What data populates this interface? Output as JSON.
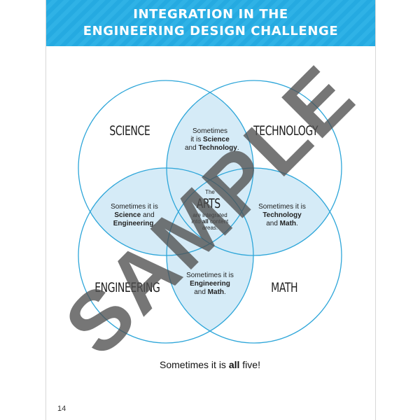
{
  "header": {
    "title_line1": "INTEGRATION IN THE",
    "title_line2": "ENGINEERING DESIGN CHALLENGE"
  },
  "colors": {
    "header_blue": "#25aae1",
    "circle_stroke": "#2ea6d9",
    "overlap_fill": "#d5ebf7"
  },
  "venn": {
    "sets": {
      "science": "SCIENCE",
      "technology": "TECHNOLOGY",
      "engineering": "ENGINEERING",
      "math": "MATH"
    },
    "overlaps": {
      "science_technology": {
        "line1": "Sometimes",
        "line2_pre": "it is ",
        "line2_bold": "Science",
        "line3_pre": "and ",
        "line3_bold": "Technology",
        "line3_post": "."
      },
      "science_engineering": {
        "line1": "Sometimes it is",
        "line2_bold": "Science",
        "line2_post": " and",
        "line3_bold": "Engineering",
        "line3_post": "."
      },
      "technology_math": {
        "line1": "Sometimes it is",
        "line2_bold": "Technology",
        "line3_pre": "and ",
        "line3_bold": "Math",
        "line3_post": "."
      },
      "engineering_math": {
        "line1": "Sometimes it is",
        "line2_bold": "Engineering",
        "line3_pre": "and ",
        "line3_bold": "Math",
        "line3_post": "."
      }
    },
    "center": {
      "the": "The",
      "arts": "ARTS",
      "line1": "are integrated",
      "line2_pre": "into ",
      "line2_bold": "all",
      "line2_post": " content",
      "line3": "areas."
    }
  },
  "footer": {
    "pre": "Sometimes it is ",
    "bold": "all",
    "post": " five!"
  },
  "page_number": "14",
  "watermark": "SAMPLE"
}
